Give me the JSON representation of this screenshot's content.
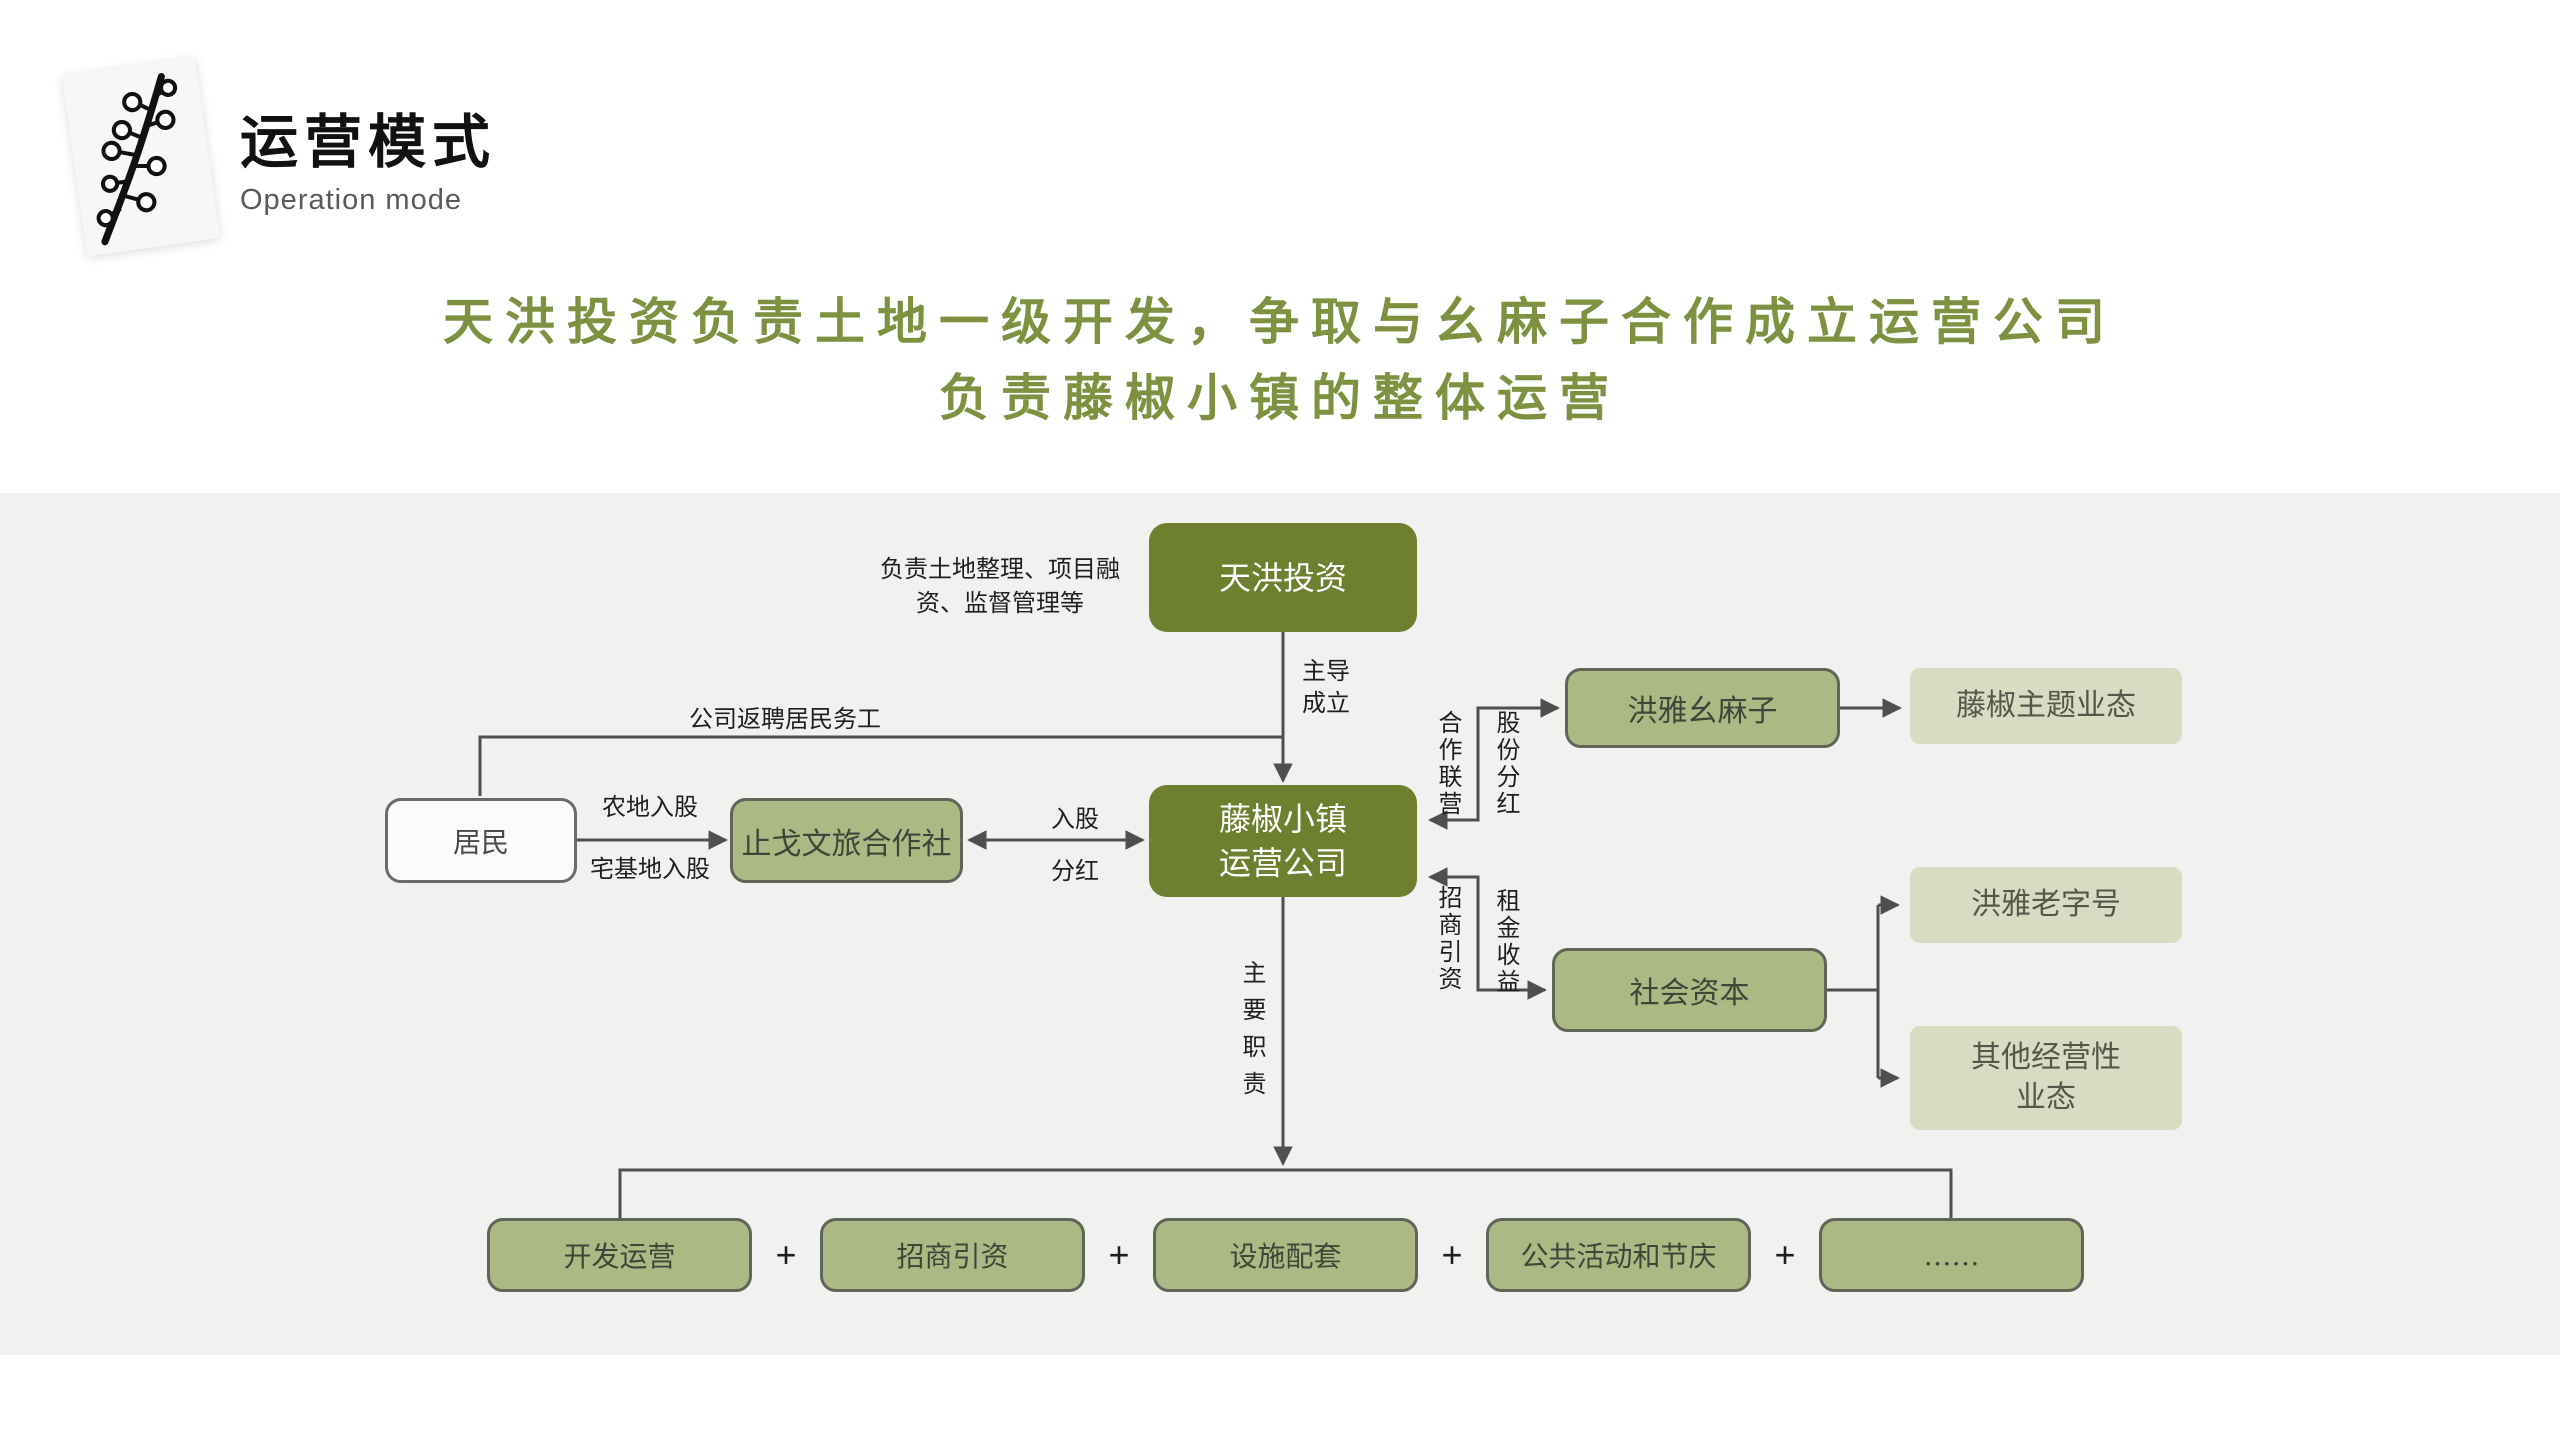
{
  "header": {
    "title": "运营模式",
    "subtitle": "Operation mode"
  },
  "headline": {
    "line1": "天洪投资负责土地一级开发，争取与幺麻子合作成立运营公司",
    "line2": "负责藤椒小镇的整体运营"
  },
  "nodes": {
    "tianhong": "天洪投资",
    "company": {
      "line1": "藤椒小镇",
      "line2": "运营公司"
    },
    "residents": "居民",
    "coop": "止戈文旅合作社",
    "yaomazi": "洪雅幺麻子",
    "tengjiao_theme": "藤椒主题业态",
    "social_capital": "社会资本",
    "laozihao": "洪雅老字号",
    "other_business": {
      "line1": "其他经营性",
      "line2": "业态"
    }
  },
  "labels": {
    "duty": {
      "line1": "负责土地整理、项目融",
      "line2": "资、监督管理等"
    },
    "lead": {
      "line1": "主导",
      "line2": "成立"
    },
    "rehire": "公司返聘居民务工",
    "farmland": "农地入股",
    "homestead": "宅基地入股",
    "join": "入股",
    "dividend": "分红",
    "coop_operate": "合作联营",
    "share_dividend": "股份分红",
    "invite_invest": "招商引资",
    "rent_income": "租金收益",
    "main_duty": "主要职责"
  },
  "bottom": {
    "separator": "+",
    "items": [
      "开发运营",
      "招商引资",
      "设施配套",
      "公共活动和节庆",
      "……"
    ]
  },
  "colors": {
    "headline_green": "#7d9140",
    "box_dark": "#6e7f2f",
    "box_mid": "#acb985",
    "box_light": "#d9dcc3",
    "box_border": "#5f6557",
    "wire": "#4f4f4f",
    "canvas_bg": "#f1f1ef"
  }
}
